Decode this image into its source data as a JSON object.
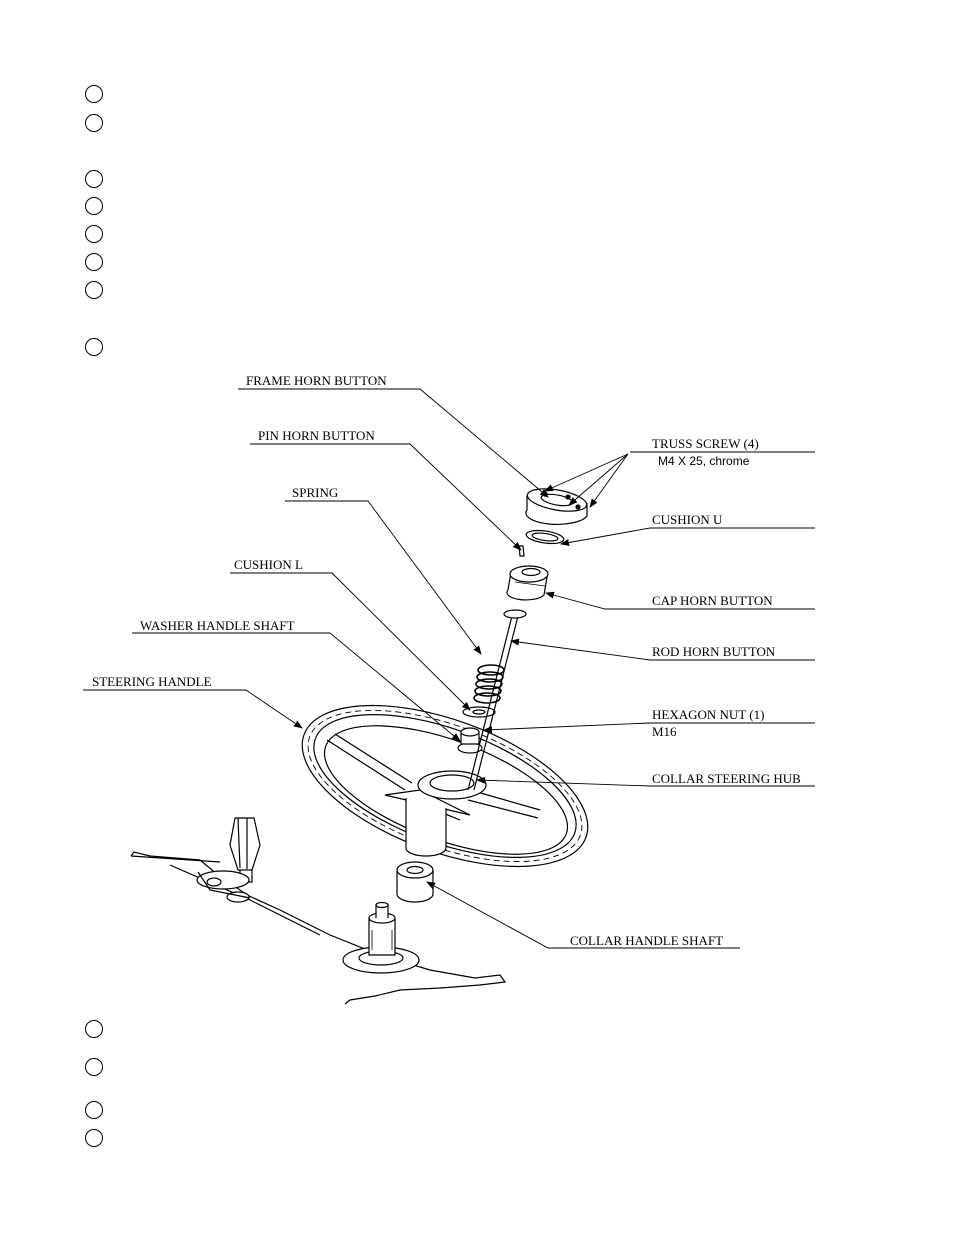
{
  "labels": {
    "frame_horn_button": "FRAME HORN BUTTON",
    "pin_horn_button": "PIN HORN BUTTON",
    "spring": "SPRING",
    "cushion_l": "CUSHION L",
    "washer_handle_shaft": "WASHER HANDLE SHAFT",
    "steering_handle": "STEERING HANDLE",
    "truss_screw": "TRUSS SCREW (4)",
    "truss_screw_spec": "M4 X 25, chrome",
    "cushion_u": "CUSHION U",
    "cap_horn_button": "CAP HORN BUTTON",
    "rod_horn_button": "ROD HORN BUTTON",
    "hexagon_nut": "HEXAGON NUT (1)",
    "hexagon_nut_spec": "M16",
    "collar_steering_hub": "COLLAR STEERING HUB",
    "collar_handle_shaft": "COLLAR HANDLE SHAFT"
  },
  "checkboxes": {
    "top_count": 8,
    "bottom_count": 4
  }
}
